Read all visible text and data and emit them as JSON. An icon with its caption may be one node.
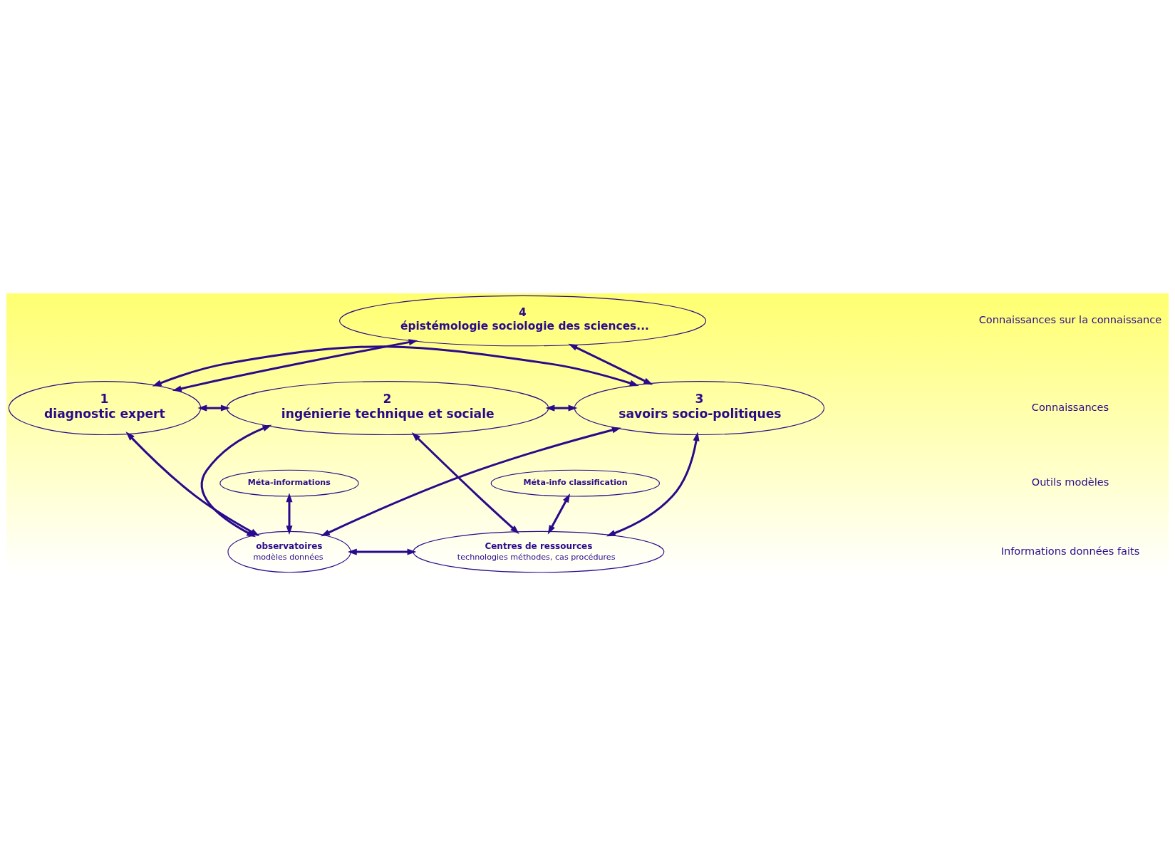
{
  "diagram": {
    "nodes": [
      {
        "text": [
          "4",
          "épistémologie sociologie des sciences..."
        ]
      },
      {
        "text": [
          "1",
          "diagnostic expert"
        ]
      },
      {
        "text": [
          "2",
          "ingénierie technique et sociale"
        ]
      },
      {
        "text": [
          "3",
          "savoirs socio-politiques"
        ]
      },
      {
        "text": [
          "Méta-informations"
        ]
      },
      {
        "text": [
          "Méta-info classification"
        ]
      },
      {
        "text": [
          "observatoires",
          "modèles données"
        ]
      },
      {
        "text": [
          "Centres de ressources",
          "technologies méthodes, cas procédures"
        ]
      }
    ],
    "edges": [
      {
        "from": 0,
        "to": 1,
        "arrow": "both"
      },
      {
        "from": 0,
        "to": 3,
        "arrow": "both"
      },
      {
        "from": 1,
        "to": 3,
        "arrow": "both"
      },
      {
        "from": 1,
        "to": 2,
        "arrow": "both"
      },
      {
        "from": 2,
        "to": 3,
        "arrow": "both"
      },
      {
        "from": 1,
        "to": 6,
        "arrow": "both"
      },
      {
        "from": 4,
        "to": 6,
        "arrow": "both"
      },
      {
        "from": 2,
        "to": 6,
        "arrow": "both"
      },
      {
        "from": 3,
        "to": 6,
        "arrow": "both"
      },
      {
        "from": 2,
        "to": 7,
        "arrow": "both"
      },
      {
        "from": 5,
        "to": 7,
        "arrow": "both"
      },
      {
        "from": 3,
        "to": 7,
        "arrow": "both"
      },
      {
        "from": 6,
        "to": 7,
        "arrow": "both"
      }
    ],
    "labels": [
      "Connaissances sur la connaissance",
      "Connaissances",
      "Outils modèles",
      "Informations données faits"
    ]
  }
}
